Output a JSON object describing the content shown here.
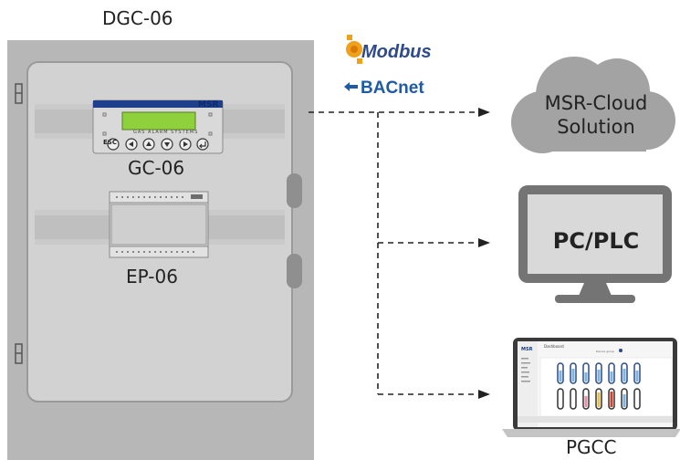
{
  "cabinet": {
    "title": "DGC-06",
    "controller_label": "GC-06",
    "expansion_label": "EP-06",
    "controller_brand": "MSR",
    "controller_subtitle": "GAS ALARM SYSTEMS",
    "controller_esc": "ESC"
  },
  "protocols": {
    "modbus": "Modbus",
    "bacnet": "BACnet"
  },
  "targets": {
    "cloud": "MSR-Cloud Solution",
    "pc": "PC/PLC",
    "pgcc": "PGCC"
  },
  "pgcc_screen": {
    "logo": "MSR",
    "title": "Dashboard",
    "search": "Device group"
  },
  "colors": {
    "cabinet_frame": "#b6b6b6",
    "cabinet_door": "#d1d1d1",
    "controller_header": "#1d3f8c",
    "lcd": "#8ed23c",
    "connector_line": "#222222",
    "cloud": "#a3a3a3",
    "monitor": "#737373"
  },
  "icons": [
    "arrow-left-icon",
    "arrow-up-icon",
    "arrow-down-icon",
    "arrow-right-icon",
    "enter-icon",
    "modbus-logo",
    "bacnet-logo",
    "cloud-icon",
    "monitor-icon",
    "laptop-icon"
  ]
}
